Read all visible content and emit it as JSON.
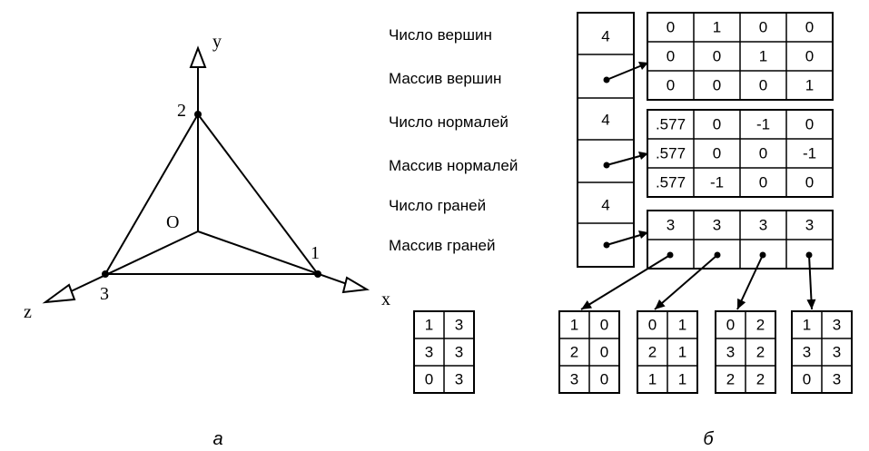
{
  "left_figure": {
    "axes": {
      "y": "y",
      "x": "x",
      "z": "z"
    },
    "origin": "O",
    "vertices": [
      "2",
      "1",
      "3"
    ],
    "caption": "а"
  },
  "right_figure": {
    "labels": {
      "vertex_count": "Число вершин",
      "vertex_array": "Массив вершин",
      "normal_count": "Число нормалей",
      "normal_array": "Массив нормалей",
      "face_count": "Число граней",
      "face_array": "Массив граней"
    },
    "counts": {
      "vertices": "4",
      "normals": "4",
      "faces": "4"
    },
    "vertex_table": [
      [
        "0",
        "1",
        "0",
        "0"
      ],
      [
        "0",
        "0",
        "1",
        "0"
      ],
      [
        "0",
        "0",
        "0",
        "1"
      ]
    ],
    "normal_table": [
      [
        ".577",
        "0",
        "-1",
        "0"
      ],
      [
        ".577",
        "0",
        "0",
        "-1"
      ],
      [
        ".577",
        "-1",
        "0",
        "0"
      ]
    ],
    "face_sizes": [
      "3",
      "3",
      "3",
      "3"
    ],
    "face_tables": [
      [
        [
          "1",
          "0"
        ],
        [
          "2",
          "0"
        ],
        [
          "3",
          "0"
        ]
      ],
      [
        [
          "0",
          "1"
        ],
        [
          "2",
          "1"
        ],
        [
          "1",
          "1"
        ]
      ],
      [
        [
          "0",
          "2"
        ],
        [
          "3",
          "2"
        ],
        [
          "2",
          "2"
        ]
      ],
      [
        [
          "1",
          "3"
        ],
        [
          "3",
          "3"
        ],
        [
          "0",
          "3"
        ]
      ]
    ],
    "side_table": [
      [
        "1",
        "3"
      ],
      [
        "3",
        "3"
      ],
      [
        "0",
        "3"
      ]
    ],
    "caption": "б"
  }
}
